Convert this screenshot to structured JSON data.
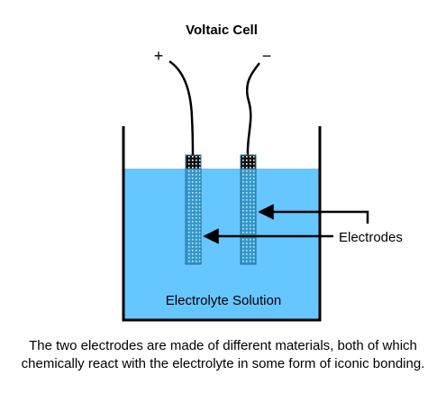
{
  "diagram": {
    "title": "Voltaic Cell",
    "positive_terminal": "+",
    "negative_terminal": "−",
    "electrodes_label": "Electrodes",
    "solution_label": "Electrolyte Solution",
    "caption": "The two electrodes are made of different materials, both of which chemically react with the electrolyte in some form of iconic bonding."
  },
  "colors": {
    "solution": "#66c6ff",
    "electrode": "#3399cc",
    "electrode_cap": "#111111",
    "outline": "#000000"
  }
}
